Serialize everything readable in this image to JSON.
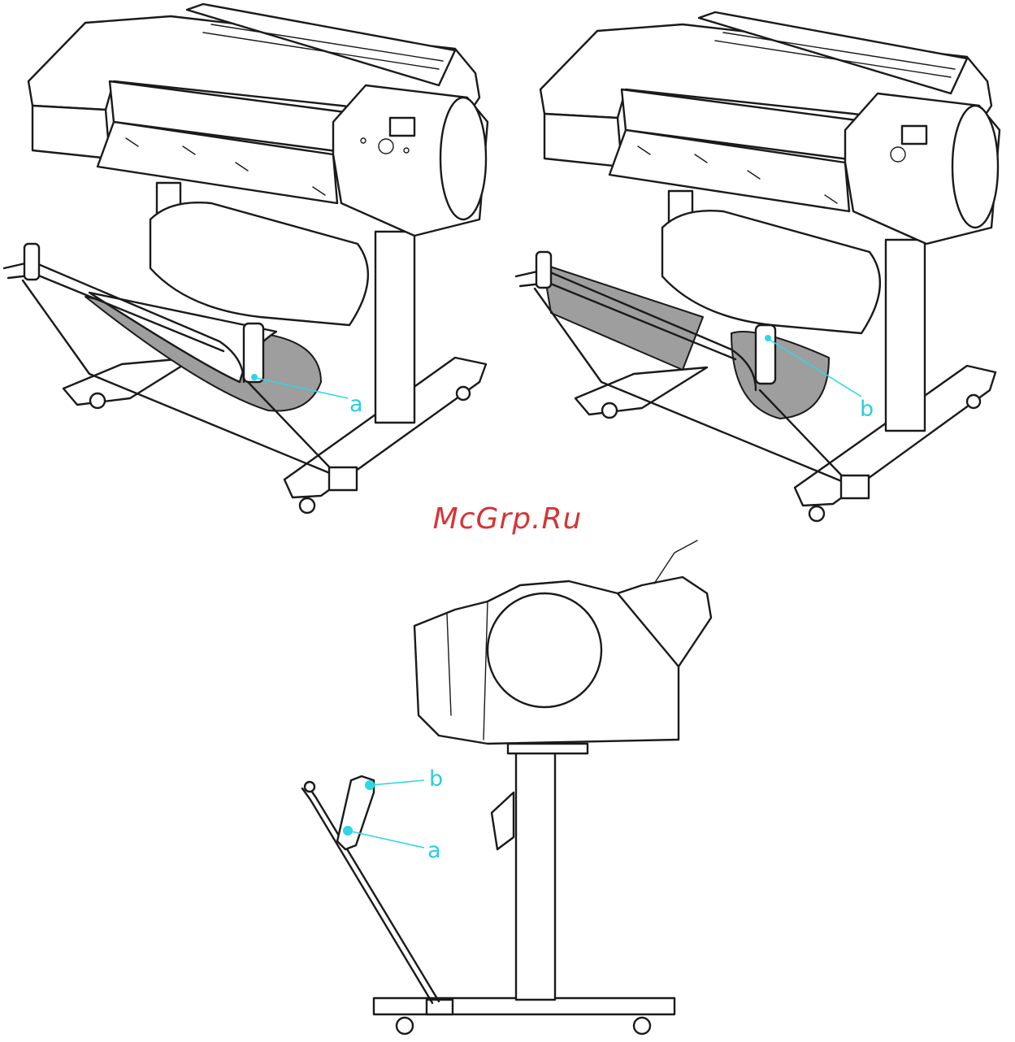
{
  "watermark": "McGrp.Ru",
  "callouts": {
    "top_left": "a",
    "top_right": "b",
    "bottom_b": "b",
    "bottom_a": "a"
  },
  "colors": {
    "callout": "#2fd6e6",
    "watermark": "#d63434",
    "media": "#9e9e9e"
  }
}
